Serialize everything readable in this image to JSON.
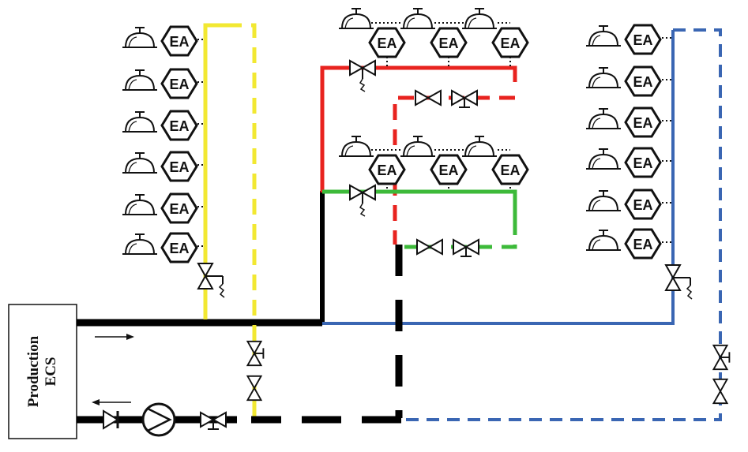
{
  "production": {
    "line1": "Production",
    "line2": "ECS"
  },
  "ea_label": "EA",
  "colors": {
    "main": "#000000",
    "yellow": "#f2e832",
    "red": "#e8231f",
    "green": "#3dba3a",
    "blue": "#3a66b3",
    "outline": "#111111"
  },
  "icons": [
    "shower-icon",
    "ea-hexagon-icon",
    "valve-icon",
    "balancing-valve-icon",
    "thermostatic-valve-icon",
    "pump-icon",
    "check-valve-icon",
    "flow-arrow-icon"
  ]
}
